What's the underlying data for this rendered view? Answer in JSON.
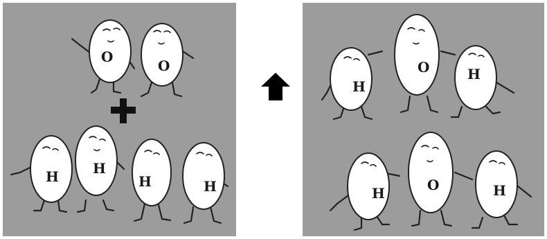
{
  "diagram": {
    "reactants": {
      "oxygen_atoms": [
        {
          "label": "O"
        },
        {
          "label": "O"
        }
      ],
      "plus_sign": "+",
      "hydrogen_atoms": [
        {
          "label": "H"
        },
        {
          "label": "H"
        },
        {
          "label": "H"
        },
        {
          "label": "H"
        }
      ]
    },
    "arrow_direction": "up",
    "products": {
      "molecules": [
        {
          "atoms": [
            {
              "label": "H"
            },
            {
              "label": "O"
            },
            {
              "label": "H"
            }
          ]
        },
        {
          "atoms": [
            {
              "label": "H"
            },
            {
              "label": "O"
            },
            {
              "label": "H"
            }
          ]
        }
      ]
    },
    "colors": {
      "panel_background": "#9c9c9c",
      "figure_fill": "#ffffff",
      "ink": "#1a1a1a"
    }
  }
}
